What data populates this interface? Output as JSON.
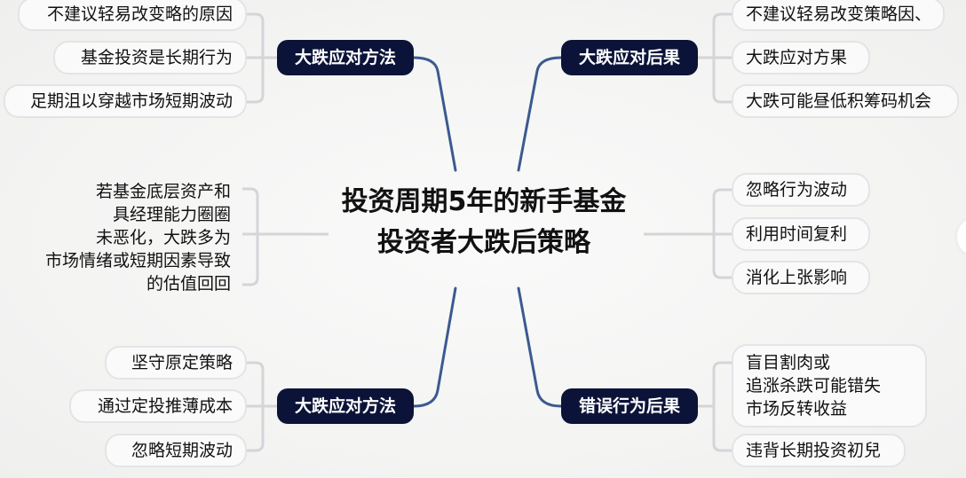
{
  "central_topic": {
    "line1": "投资周期5年的新手基金",
    "line2": "投资者大跌后策略"
  },
  "branches": {
    "top_left": {
      "label": "大跌应对方法",
      "children": [
        "不建议轻易改变略的原因",
        "基金投资是长期行为",
        "足期沮以穿越市场短期波动"
      ]
    },
    "top_right": {
      "label": "大跌应对后果",
      "children": [
        "不建议轻易改变策略因、",
        "大跌应对方果",
        "大跌可能昼低积筹码机会"
      ]
    },
    "middle_left": {
      "lines": [
        "若基金底层资产和",
        "具经理能力圈圈",
        "未恶化，大跌多为",
        "市场情绪或短期因素导致",
        "的估值回回"
      ]
    },
    "middle_right": {
      "children": [
        "忽略行为波动",
        "利用时间复利",
        "消化上张影响"
      ]
    },
    "bottom_left": {
      "label": "大跌应对方法",
      "children": [
        "坚守原定策略",
        "通过定投推薄成本",
        "忽略短期波动"
      ]
    },
    "bottom_right": {
      "label": "错误行为后果",
      "children": [
        {
          "lines": [
            "盲目割肉或",
            "追涨杀跌可能错失",
            "市场反转收益"
          ]
        },
        {
          "lines": [
            "违背长期投资初兒"
          ]
        }
      ]
    }
  },
  "colors": {
    "branch_bg": "#0b1338",
    "main_connector": "#3b5a8f",
    "leaf_connector": "#d3d5d9",
    "leaf_border": "#e3e4e6"
  }
}
